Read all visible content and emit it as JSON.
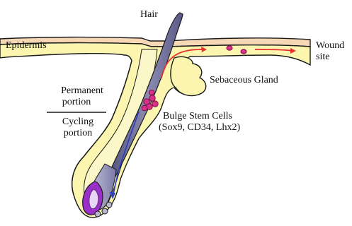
{
  "labels": {
    "hair": "Hair",
    "epidermis": "Epidermis",
    "wound_site_line1": "Wound",
    "wound_site_line2": "site",
    "sebaceous_gland": "Sebaceous Gland",
    "permanent_line1": "Permanent",
    "permanent_line2": "portion",
    "cycling_line1": "Cycling",
    "cycling_line2": "portion",
    "bulge_line1": "Bulge Stem Cells",
    "bulge_line2": "(Sox9, CD34, Lhx2)"
  },
  "colors": {
    "epidermis": "#f6d7b6",
    "tissue": "#fbf5b0",
    "outline": "#1a1a1a",
    "hair_shaft": "#6f6f95",
    "hair_shaft_light": "#b0b0cc",
    "bulb_core": "#9b2fc9",
    "stem_cells": "#d9308a",
    "wound_arrow": "#e8322e",
    "migration_arrow": "#2c3fbf",
    "bulb_cells": "#b8b8cc"
  }
}
